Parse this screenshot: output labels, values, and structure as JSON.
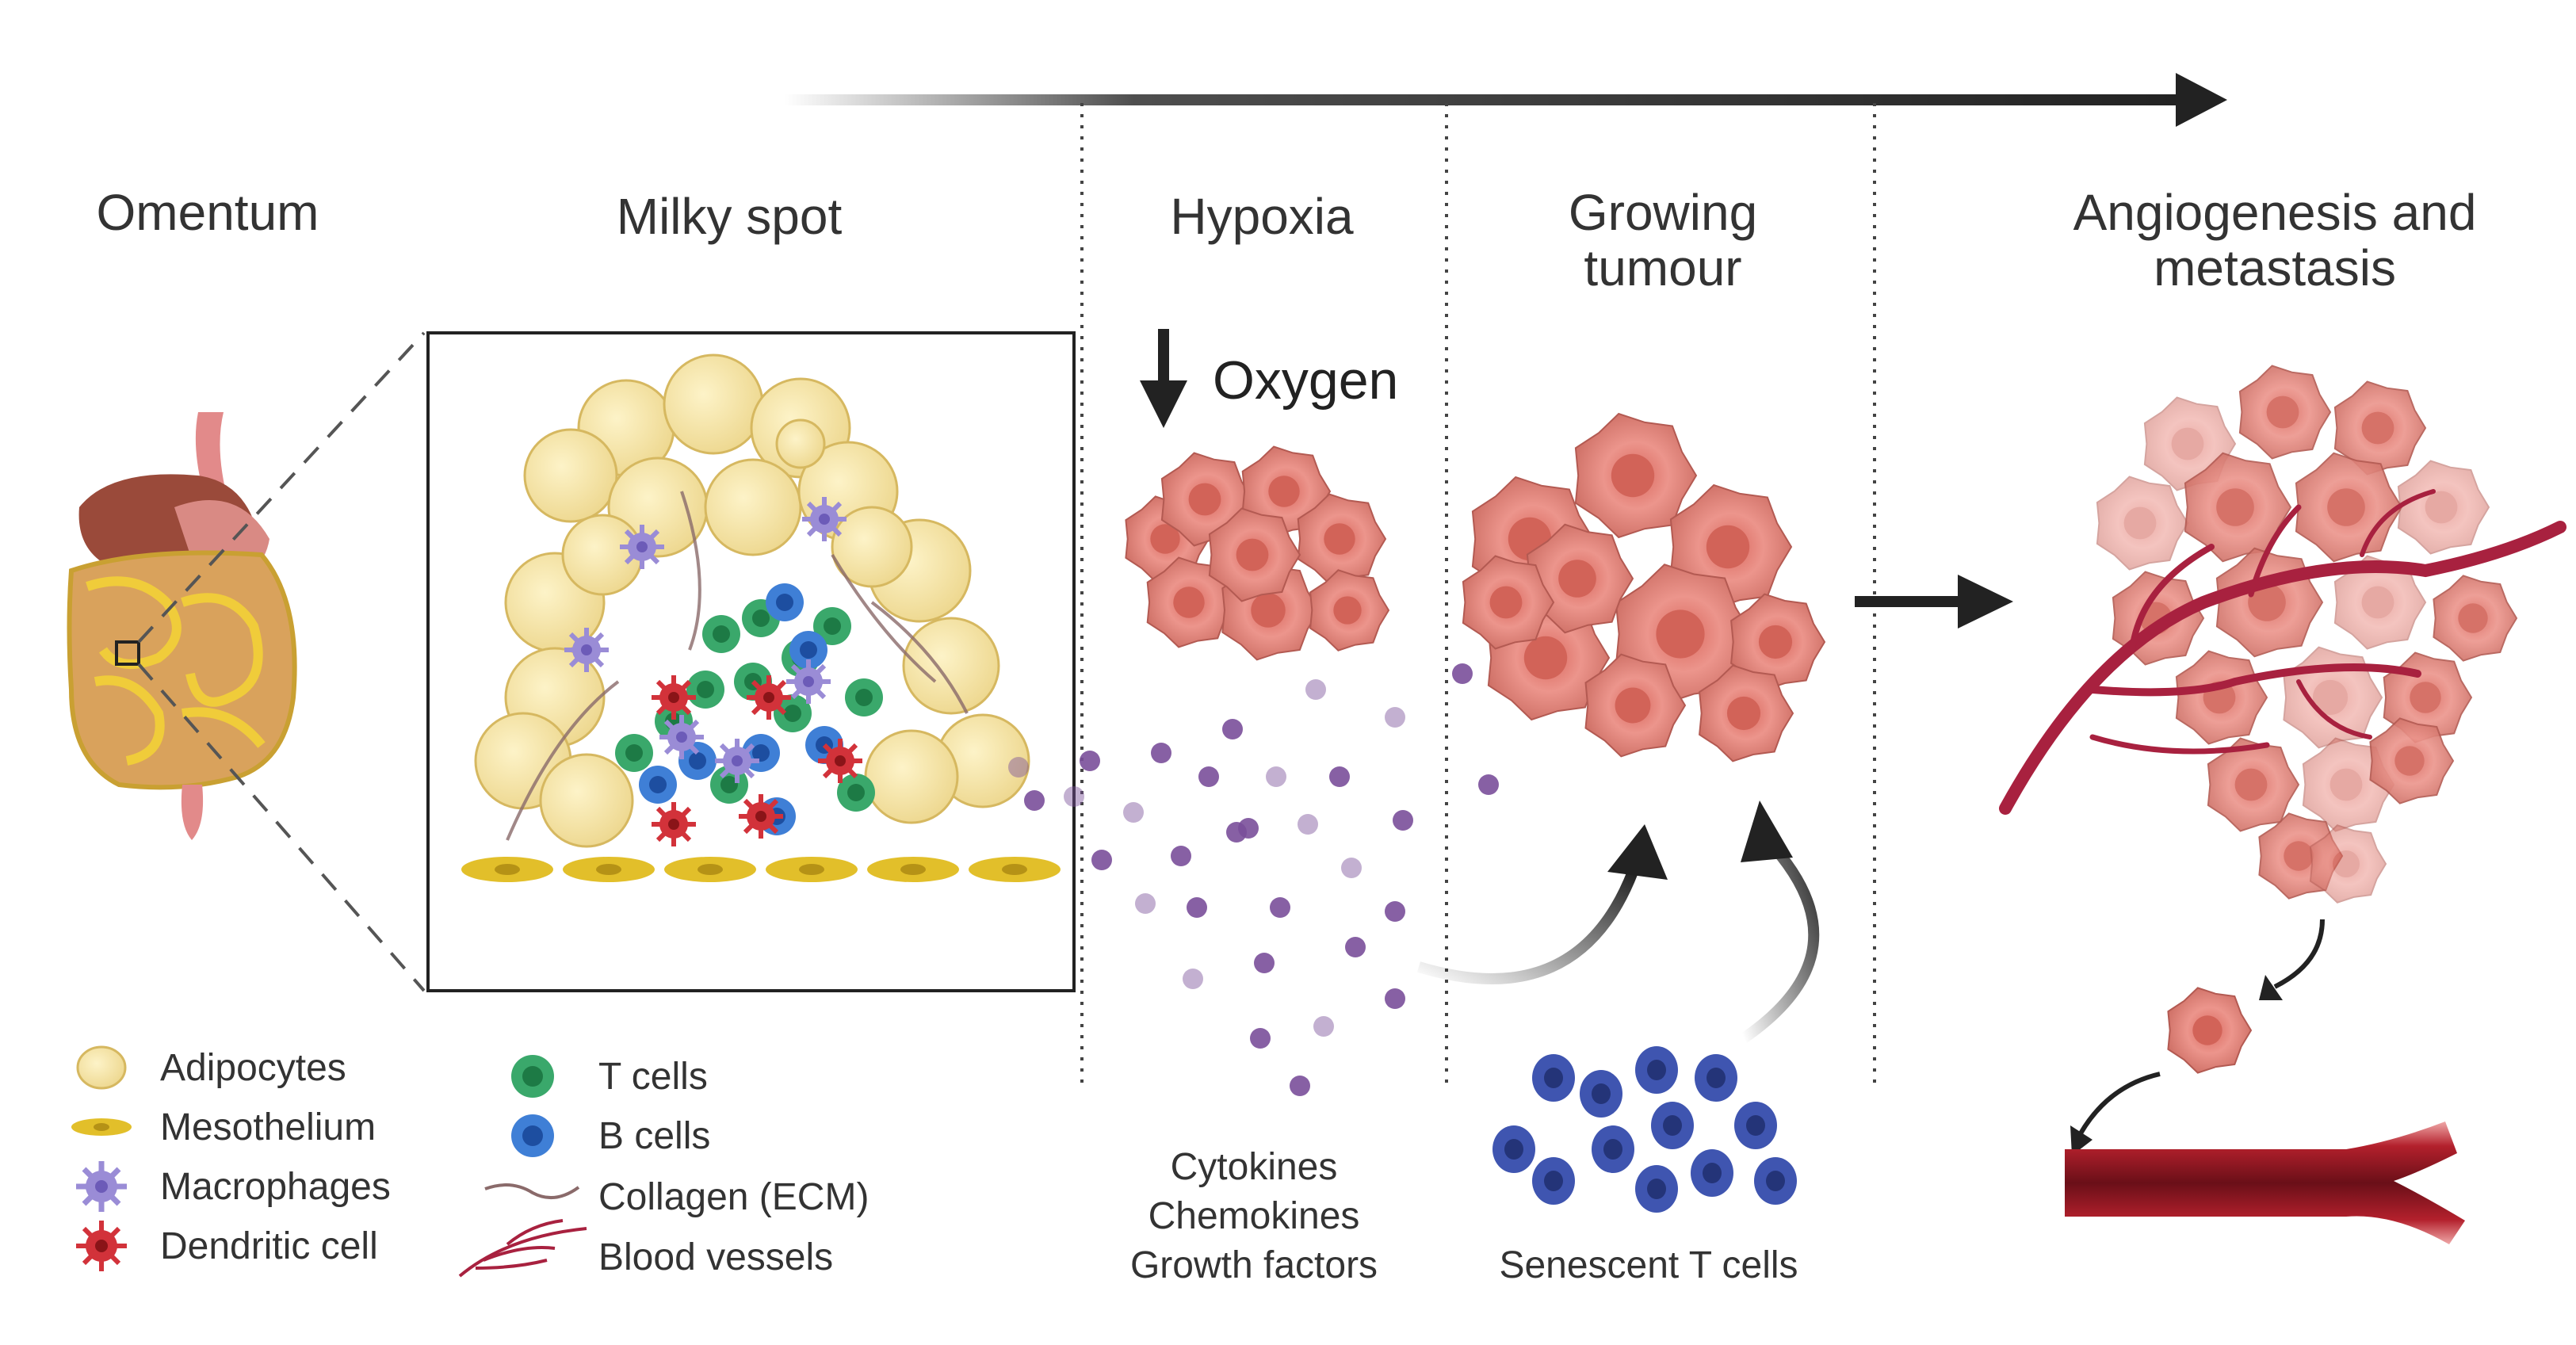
{
  "stages": {
    "omentum": "Omentum",
    "milky_spot": "Milky spot",
    "hypoxia": "Hypoxia",
    "growing_tumour_line1": "Growing",
    "growing_tumour_line2": "tumour",
    "angio_line1": "Angiogenesis and",
    "angio_line2": "metastasis"
  },
  "oxygen_label": "Oxygen",
  "factors": [
    "Cytokines",
    "Chemokines",
    "Growth factors"
  ],
  "senescent_label": "Senescent T cells",
  "legend_left": [
    {
      "label": "Adipocytes",
      "icon": "adipocyte-icon"
    },
    {
      "label": "Mesothelium",
      "icon": "mesothelium-icon"
    },
    {
      "label": "Macrophages",
      "icon": "macrophage-icon"
    },
    {
      "label": "Dendritic cell",
      "icon": "dendritic-cell-icon"
    }
  ],
  "legend_right": [
    {
      "label": "T cells",
      "icon": "t-cell-icon"
    },
    {
      "label": "B cells",
      "icon": "b-cell-icon"
    },
    {
      "label": "Collagen (ECM)",
      "icon": "collagen-icon"
    },
    {
      "label": "Blood vessels",
      "icon": "blood-vessel-icon"
    }
  ],
  "colors": {
    "adipocyte": "#f8e7a8",
    "mesothelium": "#e2bf2a",
    "t_cell": "#3aa86b",
    "b_cell": "#3f7fd6",
    "macrophage": "#9a8cd6",
    "dendritic": "#d2323a",
    "tumour": "#e08a80",
    "tumour_dark": "#a8463f",
    "vessel": "#a8213f",
    "senescent": "#3f55b0",
    "factor": "#7a4f9a"
  }
}
